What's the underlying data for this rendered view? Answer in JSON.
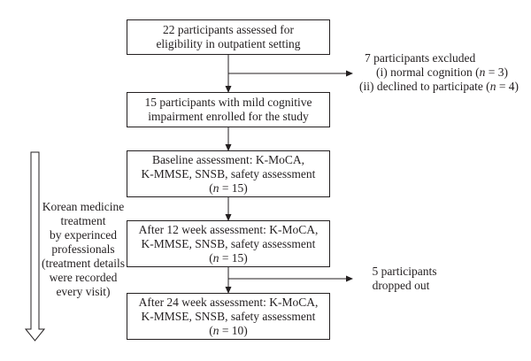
{
  "boxes": {
    "assessed": {
      "line1": "22 participants assessed for",
      "line2": "eligibility in outpatient setting"
    },
    "enrolled": {
      "line1": "15 participants with mild cognitive",
      "line2": "impairment enrolled for the study"
    },
    "baseline": {
      "line1": "Baseline assessment: K-MoCA,",
      "line2": "K-MMSE, SNSB, safety assessment",
      "n_var": "n",
      "n_value": " = 15)"
    },
    "week12": {
      "line1": "After 12 week assessment: K-MoCA,",
      "line2": "K-MMSE, SNSB, safety assessment",
      "n_var": "n",
      "n_value": " = 15)"
    },
    "week24": {
      "line1": "After 24 week assessment: K-MoCA,",
      "line2": "K-MMSE, SNSB, safety assessment",
      "n_var": "n",
      "n_value": " = 10)"
    }
  },
  "excluded": {
    "title": "7 participants excluded",
    "reason1_label": "(i) normal cognition (",
    "reason1_var": "n",
    "reason1_value": " = 3)",
    "reason2_label": "(ii) declined to participate (",
    "reason2_var": "n",
    "reason2_value": " = 4)"
  },
  "dropped": {
    "line1": "5 participants",
    "line2": "dropped out"
  },
  "treatment": {
    "lines": [
      "Korean medicine",
      "treatment",
      "by experinced",
      "professionals",
      "(treatment details",
      "were recorded",
      "every visit)"
    ]
  }
}
